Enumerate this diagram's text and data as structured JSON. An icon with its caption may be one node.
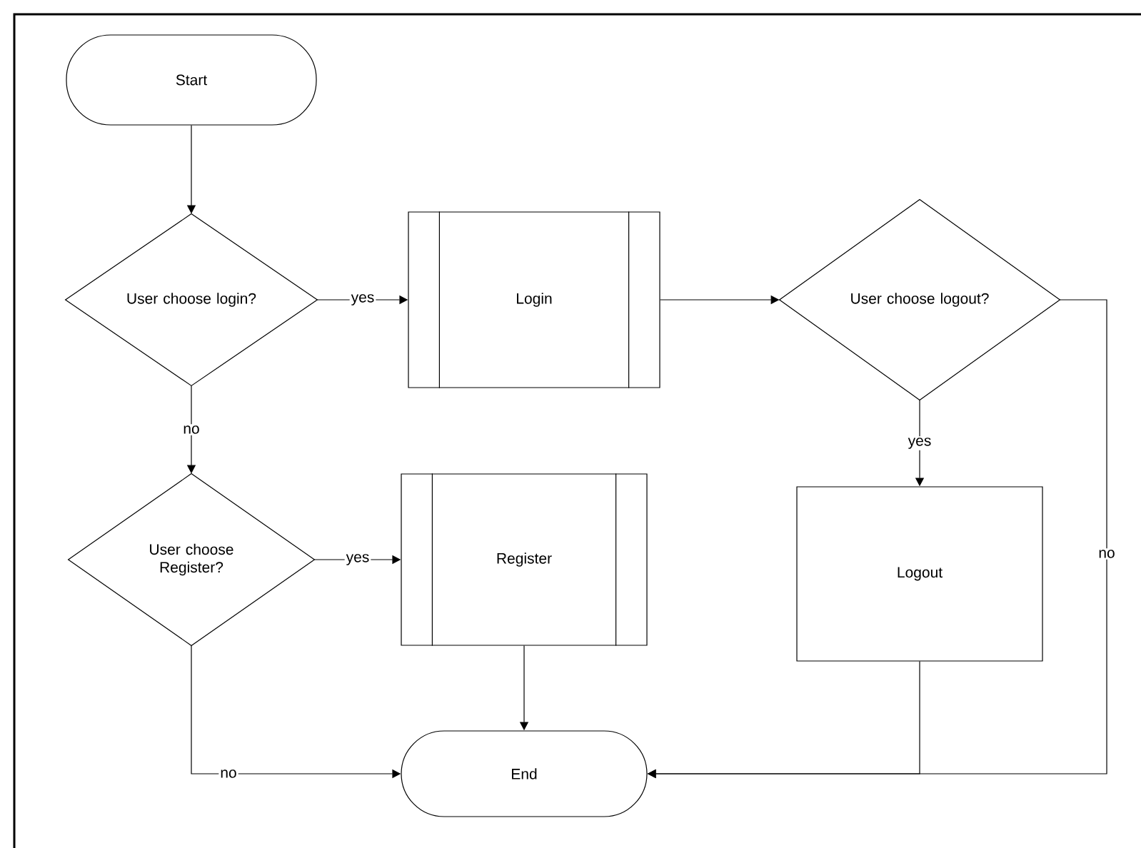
{
  "diagram": {
    "nodes": [
      {
        "text": [
          "Start"
        ]
      },
      {
        "text": [
          "User choose login?"
        ]
      },
      {
        "text": [
          "Login"
        ]
      },
      {
        "text": [
          "User choose logout?"
        ]
      },
      {
        "text": [
          "User choose Register?"
        ]
      },
      {
        "text": [
          "Register"
        ]
      },
      {
        "text": [
          "Logout"
        ]
      },
      {
        "text": [
          "End"
        ]
      }
    ],
    "edges": [
      {
        "from": 0,
        "to": 1,
        "arrow": "to"
      },
      {
        "from": 1,
        "to": 2,
        "arrow": "to",
        "label": "yes"
      },
      {
        "from": 1,
        "to": 4,
        "arrow": "to",
        "label": "no"
      },
      {
        "from": 2,
        "to": 3,
        "arrow": "to"
      },
      {
        "from": 3,
        "to": 6,
        "arrow": "to",
        "label": "yes"
      },
      {
        "from": 3,
        "to": 7,
        "arrow": "to",
        "label": "no"
      },
      {
        "from": 4,
        "to": 5,
        "arrow": "to",
        "label": "yes"
      },
      {
        "from": 4,
        "to": 7,
        "arrow": "to",
        "label": "no"
      },
      {
        "from": 5,
        "to": 7,
        "arrow": "to"
      },
      {
        "from": 6,
        "to": 7,
        "arrow": "to"
      }
    ]
  }
}
